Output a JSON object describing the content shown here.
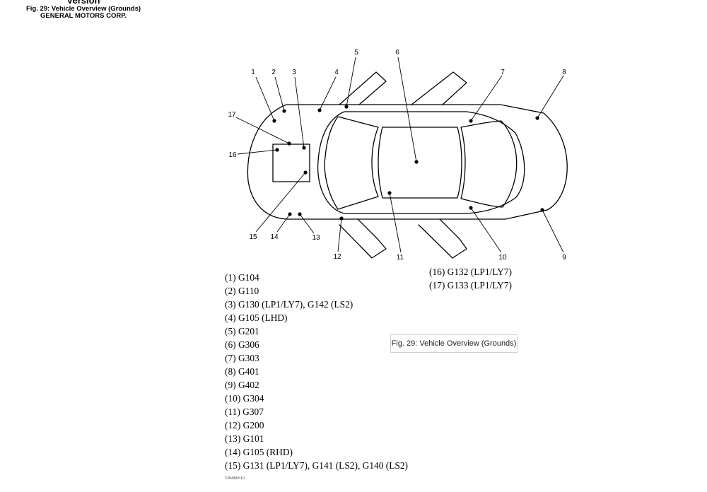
{
  "header": {
    "version": "Version",
    "figure_title": "Fig. 29: Vehicle Overview (Grounds)",
    "company": "GENERAL MOTORS CORP."
  },
  "callouts": [
    {
      "id": "1",
      "label": "1"
    },
    {
      "id": "2",
      "label": "2"
    },
    {
      "id": "3",
      "label": "3"
    },
    {
      "id": "4",
      "label": "4"
    },
    {
      "id": "5",
      "label": "5"
    },
    {
      "id": "6",
      "label": "6"
    },
    {
      "id": "7",
      "label": "7"
    },
    {
      "id": "8",
      "label": "8"
    },
    {
      "id": "9",
      "label": "9"
    },
    {
      "id": "10",
      "label": "10"
    },
    {
      "id": "11",
      "label": "11"
    },
    {
      "id": "12",
      "label": "12"
    },
    {
      "id": "13",
      "label": "13"
    },
    {
      "id": "14",
      "label": "14"
    },
    {
      "id": "15",
      "label": "15"
    },
    {
      "id": "16",
      "label": "16"
    },
    {
      "id": "17",
      "label": "17"
    }
  ],
  "legend": {
    "left": [
      "(1) G104",
      "(2) G110",
      "(3) G130 (LP1/LY7), G142 (LS2)",
      "(4) G105 (LHD)",
      "(5) G201",
      "(6) G306",
      "(7) G303",
      "(8) G401",
      "(9) G402",
      "(10) G304",
      "(11) G307",
      "(12) G200",
      "(13) G101",
      "(14) G105 (RHD)",
      "(15) G131 (LP1/LY7), G141 (LS2), G140 (LS2)"
    ],
    "right": [
      "(16) G132 (LP1/LY7)",
      "(17) G133 (LP1/LY7)"
    ]
  },
  "tooltip": "Fig. 29: Vehicle Overview (Grounds)",
  "image_code": "5304B0610"
}
